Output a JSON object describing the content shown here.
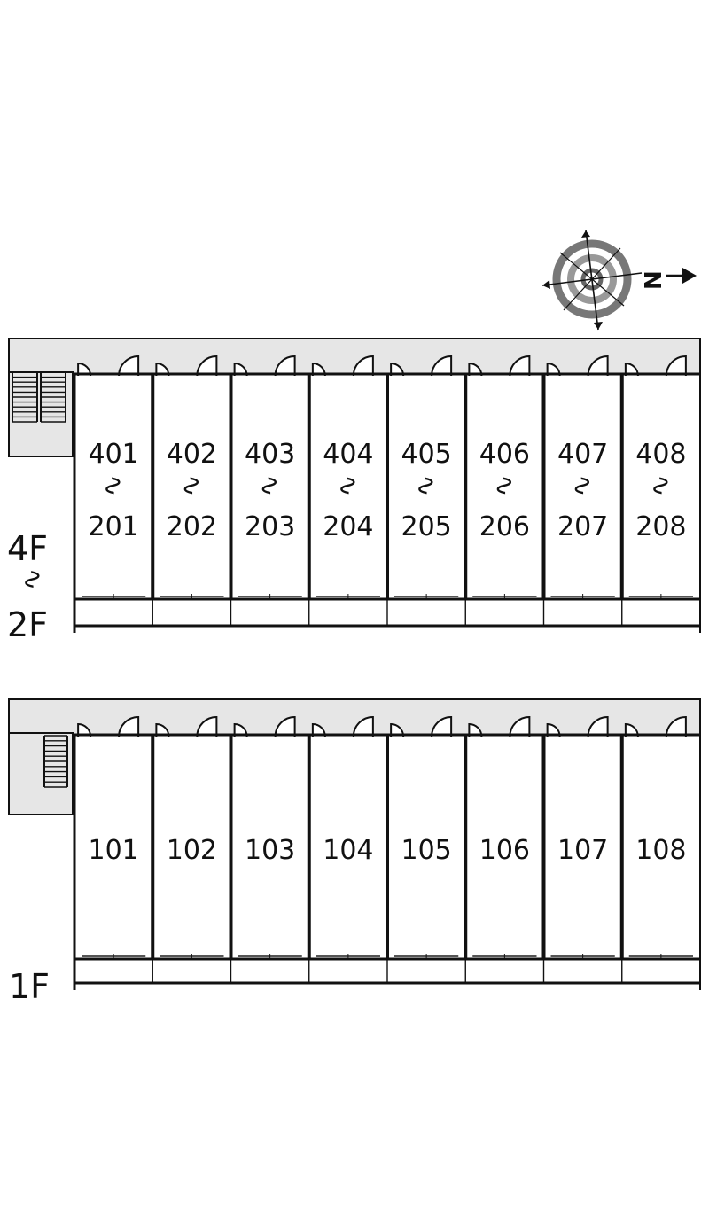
{
  "compass": {
    "north_label": "N",
    "icon": "compass-rose-icon"
  },
  "upper_block": {
    "floor_label_top": "4F",
    "floor_label_mid": "∿",
    "floor_label_bottom": "2F",
    "range_mark": "∿",
    "units": [
      {
        "top": "401",
        "bottom": "201"
      },
      {
        "top": "402",
        "bottom": "202"
      },
      {
        "top": "403",
        "bottom": "203"
      },
      {
        "top": "404",
        "bottom": "204"
      },
      {
        "top": "405",
        "bottom": "205"
      },
      {
        "top": "406",
        "bottom": "206"
      },
      {
        "top": "407",
        "bottom": "207"
      },
      {
        "top": "408",
        "bottom": "208"
      }
    ]
  },
  "lower_block": {
    "floor_label": "1F",
    "units": [
      "101",
      "102",
      "103",
      "104",
      "105",
      "106",
      "107",
      "108"
    ]
  },
  "colors": {
    "corridor": "#e6e6e6",
    "wall": "#111111",
    "compass_ring": "#7a7a7a"
  }
}
